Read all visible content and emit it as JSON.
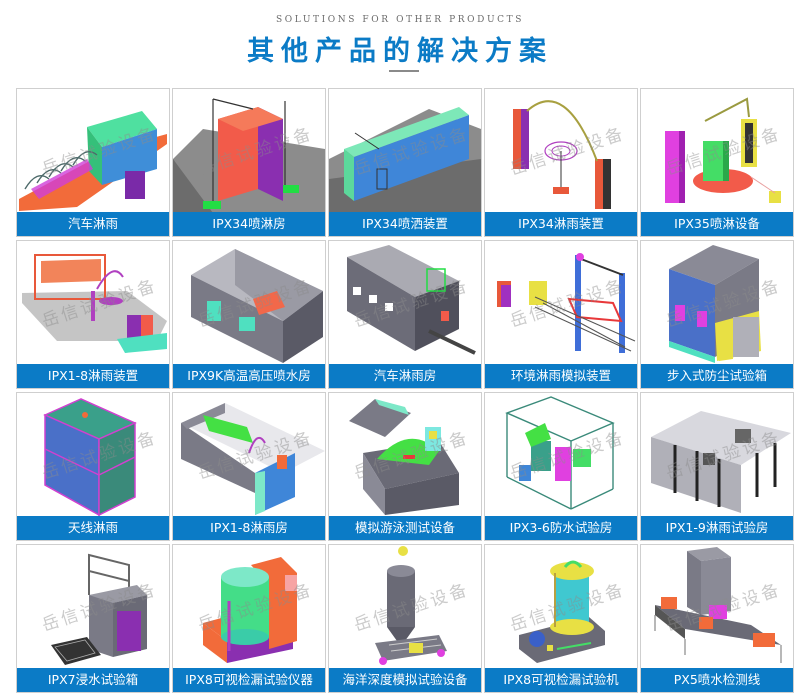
{
  "header": {
    "subtitle": "SOLUTIONS FOR OTHER PRODUCTS",
    "title": "其他产品的解决方案"
  },
  "watermark": "岳信试验设备",
  "colors": {
    "accent": "#0b7bc6",
    "label_text": "#ffffff",
    "card_border": "#cfcfcf",
    "subtitle": "#6b6b6b",
    "underline": "#8a8a8a"
  },
  "products": [
    {
      "label": "汽车淋雨",
      "image": "car-rain-test-line"
    },
    {
      "label": "IPX34喷淋房",
      "image": "ipx34-spray-room"
    },
    {
      "label": "IPX34喷洒装置",
      "image": "ipx34-sprinkler-device"
    },
    {
      "label": "IPX34淋雨装置",
      "image": "ipx34-rain-device"
    },
    {
      "label": "IPX35喷淋设备",
      "image": "ipx35-spray-equipment"
    },
    {
      "label": "IPX1-8淋雨装置",
      "image": "ipx1-8-rain-device"
    },
    {
      "label": "IPX9K高温高压喷水房",
      "image": "ipx9k-high-pressure-room"
    },
    {
      "label": "汽车淋雨房",
      "image": "car-rain-room"
    },
    {
      "label": "环境淋雨模拟装置",
      "image": "environment-rain-simulator"
    },
    {
      "label": "步入式防尘试验箱",
      "image": "walk-in-dust-chamber"
    },
    {
      "label": "天线淋雨",
      "image": "antenna-rain"
    },
    {
      "label": "IPX1-8淋雨房",
      "image": "ipx1-8-rain-room"
    },
    {
      "label": "模拟游泳测试设备",
      "image": "swim-simulation-tester"
    },
    {
      "label": "IPX3-6防水试验房",
      "image": "ipx3-6-waterproof-room"
    },
    {
      "label": "IPX1-9淋雨试验房",
      "image": "ipx1-9-rain-room"
    },
    {
      "label": "IPX7浸水试验箱",
      "image": "ipx7-immersion-chamber"
    },
    {
      "label": "IPX8可视检漏试验仪器",
      "image": "ipx8-visual-leak-instrument"
    },
    {
      "label": "海洋深度模拟试验设备",
      "image": "ocean-depth-simulator"
    },
    {
      "label": "IPX8可视检漏试验机",
      "image": "ipx8-visual-leak-machine"
    },
    {
      "label": "PX5喷水检测线",
      "image": "px5-spray-test-line"
    }
  ]
}
